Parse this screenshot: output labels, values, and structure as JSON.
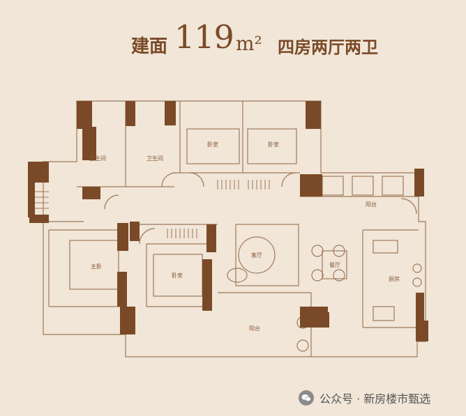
{
  "header": {
    "prefix": "建面",
    "area": "119",
    "unit": "m²",
    "layout": "四房两厅两卫"
  },
  "rooms": {
    "bath_1": "卫生间",
    "bath_2": "卫生间",
    "bedroom_top_left": "卧室",
    "bedroom_top_right": "卧室",
    "balcony_side": "阳台",
    "master_bedroom": "主卧",
    "bedroom_middle": "卧室",
    "living": "客厅",
    "dining": "餐厅",
    "kitchen": "厨房",
    "balcony_bottom": "阳台"
  },
  "watermark": {
    "text": "公众号 · 新房楼市甄选"
  },
  "colors": {
    "background": "#f1e6d8",
    "wall": "#7a4a28",
    "line": "#a0785a"
  }
}
